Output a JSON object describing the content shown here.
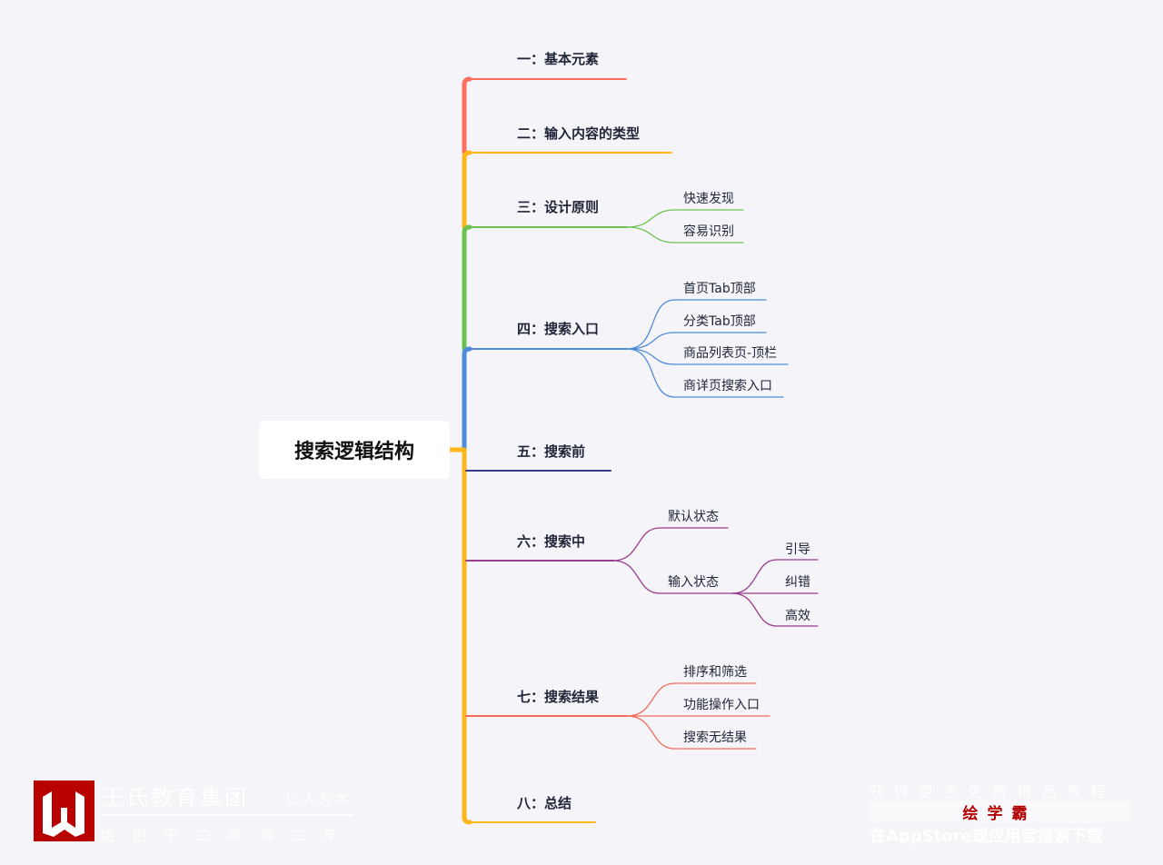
{
  "root": {
    "title": "搜索逻辑结构"
  },
  "branches": [
    {
      "label": "一：基本元素",
      "color": "#ff6f5e"
    },
    {
      "label": "二：输入内容的类型",
      "color": "#ffb619"
    },
    {
      "label": "三：设计原则",
      "color": "#6cc24f",
      "children": [
        "快速发现",
        "容易识别"
      ]
    },
    {
      "label": "四：搜索入口",
      "color": "#4e8bda",
      "children": [
        "首页Tab顶部",
        "分类Tab顶部",
        "商品列表页-顶栏",
        "商详页搜索入口"
      ]
    },
    {
      "label": "五：搜索前",
      "color": "#3a3a8a"
    },
    {
      "label": "六：搜索中",
      "color": "#9b3c8c",
      "children": [
        {
          "label": "默认状态"
        },
        {
          "label": "输入状态",
          "children": [
            "引导",
            "纠错",
            "高效"
          ]
        }
      ]
    },
    {
      "label": "七：搜索结果",
      "color": "#f36b5a",
      "children": [
        "排序和筛选",
        "功能操作入口",
        "搜索无结果"
      ]
    },
    {
      "label": "八：总结",
      "color": "#ffb619"
    }
  ],
  "watermark_left": {
    "org": "王氏教育集团",
    "motto": "以人为本",
    "since": "始 创 于 二 零 零 二 年"
  },
  "watermark_right": {
    "line1": "获 得 更 多 免 费 精 品 教 程",
    "brand": "绘学霸",
    "line2": "在AppStore或应用宝搜索下载"
  }
}
